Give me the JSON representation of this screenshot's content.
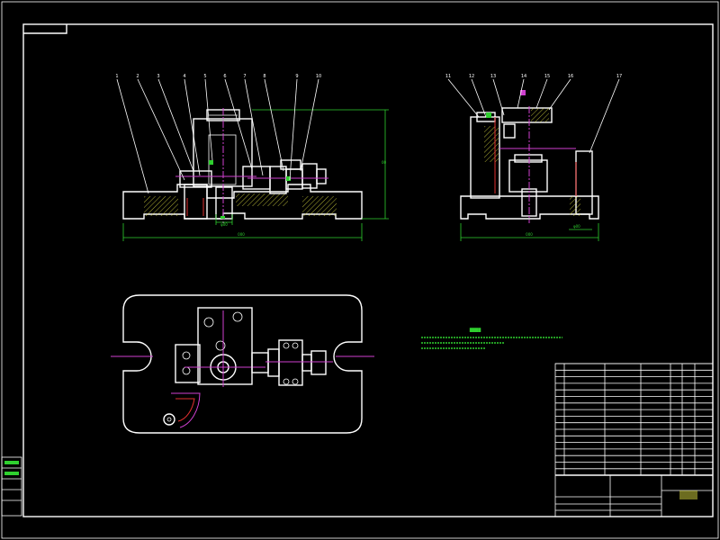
{
  "callouts_front": [
    "1",
    "2",
    "3",
    "4",
    "5",
    "6",
    "7",
    "8",
    "9",
    "10"
  ],
  "callouts_side": [
    "11",
    "12",
    "13",
    "14",
    "15",
    "16",
    "17"
  ],
  "colors": {
    "outline": "#ffffff",
    "dimension": "#2fd02f",
    "centerline": "#d040d0",
    "hidden": "#e03030",
    "hatch": "#d8d840"
  }
}
